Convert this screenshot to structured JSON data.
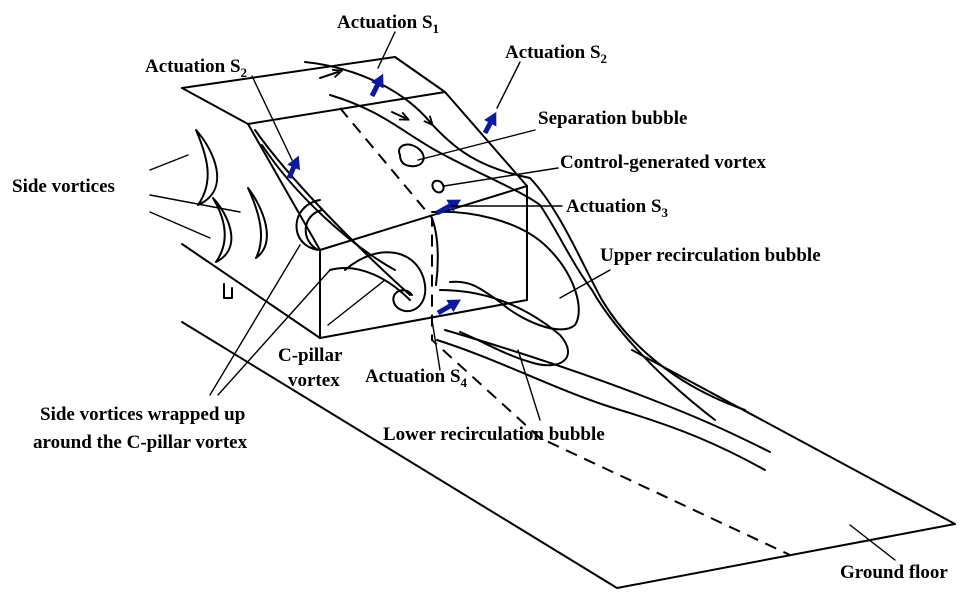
{
  "labels": {
    "actuation_s1": {
      "main": "Actuation S",
      "sub": "1"
    },
    "actuation_s2_left": {
      "main": "Actuation S",
      "sub": "2"
    },
    "actuation_s2_right": {
      "main": "Actuation S",
      "sub": "2"
    },
    "actuation_s3": {
      "main": "Actuation S",
      "sub": "3"
    },
    "actuation_s4": {
      "main": "Actuation S",
      "sub": "4"
    },
    "separation_bubble": "Separation bubble",
    "control_vortex": "Control-generated vortex",
    "side_vortices": "Side vortices",
    "upper_recirculation": "Upper recirculation bubble",
    "c_pillar_line1": "C-pillar",
    "c_pillar_line2": "vortex",
    "wrapped_line1": "Side vortices wrapped up",
    "wrapped_line2": "around the C-pillar vortex",
    "lower_recirculation": "Lower recirculation bubble",
    "ground_floor": "Ground floor"
  },
  "colors": {
    "actuation_arrow": "#0b1aa0",
    "lines": "#000000"
  }
}
